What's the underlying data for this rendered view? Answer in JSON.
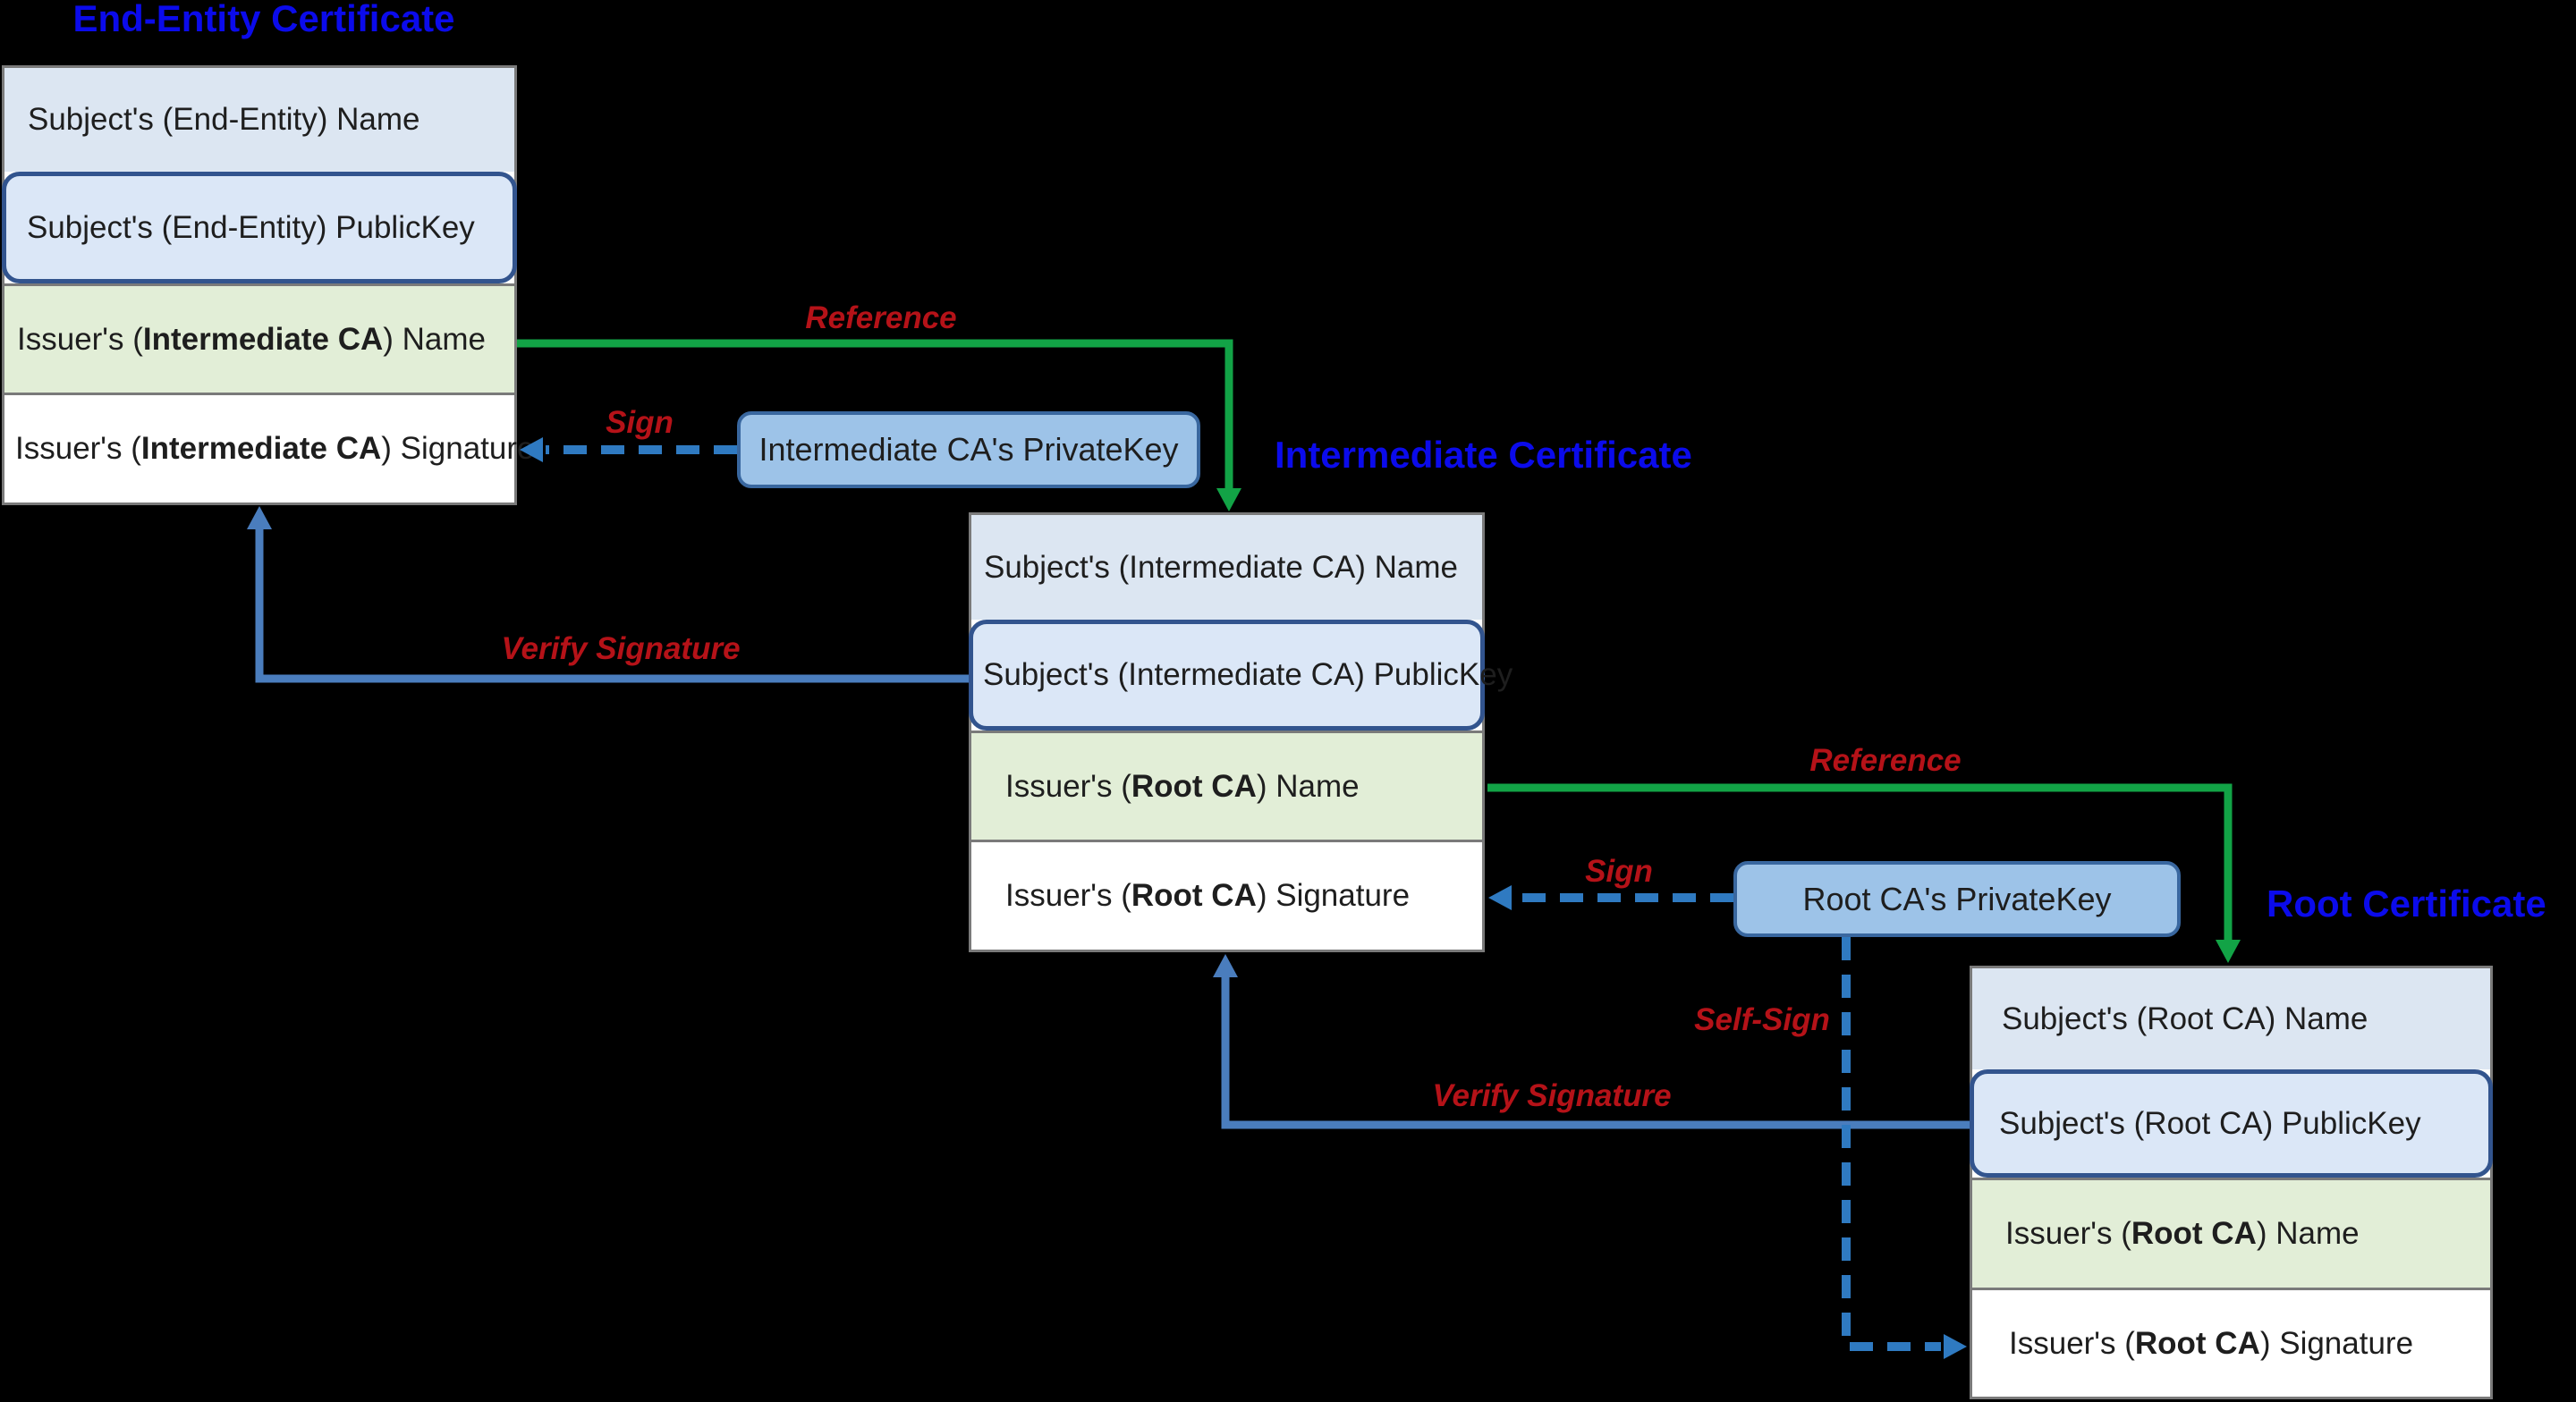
{
  "colors": {
    "background": "#000000",
    "box_border": "#7a7a7a",
    "row_blue": "#dce6f2",
    "row_publickey": "#dbe7f7",
    "publickey_border": "#32548e",
    "row_green": "#e2eed7",
    "row_white": "#ffffff",
    "text": "#1e1e1e",
    "title_blue": "#0b0beb",
    "label_red": "#b51218",
    "arrow_green": "#12a346",
    "arrow_blue": "#4a7dbd",
    "arrow_dashed_blue": "#2f7ac1",
    "key_fill": "#9dc3e8",
    "key_border": "#39679f"
  },
  "titles": {
    "end_entity": "End-Entity Certificate",
    "intermediate": "Intermediate Certificate",
    "root": "Root Certificate"
  },
  "certificates": {
    "end_entity": {
      "rows": [
        {
          "pre": "Subject's (End-Entity) Name",
          "bold": "",
          "post": ""
        },
        {
          "pre": "Subject's (End-Entity) PublicKey",
          "bold": "",
          "post": ""
        },
        {
          "pre": "Issuer's (",
          "bold": "Intermediate CA",
          "post": ") Name"
        },
        {
          "pre": "Issuer's (",
          "bold": "Intermediate CA",
          "post": ") Signature"
        }
      ]
    },
    "intermediate": {
      "rows": [
        {
          "pre": "Subject's (Intermediate CA) Name",
          "bold": "",
          "post": ""
        },
        {
          "pre": "Subject's (Intermediate CA) PublicKey",
          "bold": "",
          "post": ""
        },
        {
          "pre": "Issuer's (",
          "bold": "Root CA",
          "post": ") Name"
        },
        {
          "pre": "Issuer's (",
          "bold": "Root CA",
          "post": ") Signature"
        }
      ]
    },
    "root": {
      "rows": [
        {
          "pre": "Subject's (Root CA) Name",
          "bold": "",
          "post": ""
        },
        {
          "pre": "Subject's (Root CA) PublicKey",
          "bold": "",
          "post": ""
        },
        {
          "pre": "Issuer's (",
          "bold": "Root CA",
          "post": ") Name"
        },
        {
          "pre": "Issuer's (",
          "bold": "Root CA",
          "post": ") Signature"
        }
      ]
    }
  },
  "private_keys": {
    "intermediate": "Intermediate CA's PrivateKey",
    "root": "Root CA's PrivateKey"
  },
  "arrow_labels": {
    "reference1": "Reference",
    "sign1": "Sign",
    "verify1": "Verify Signature",
    "reference2": "Reference",
    "sign2": "Sign",
    "verify2": "Verify Signature",
    "self_sign": "Self-Sign"
  }
}
